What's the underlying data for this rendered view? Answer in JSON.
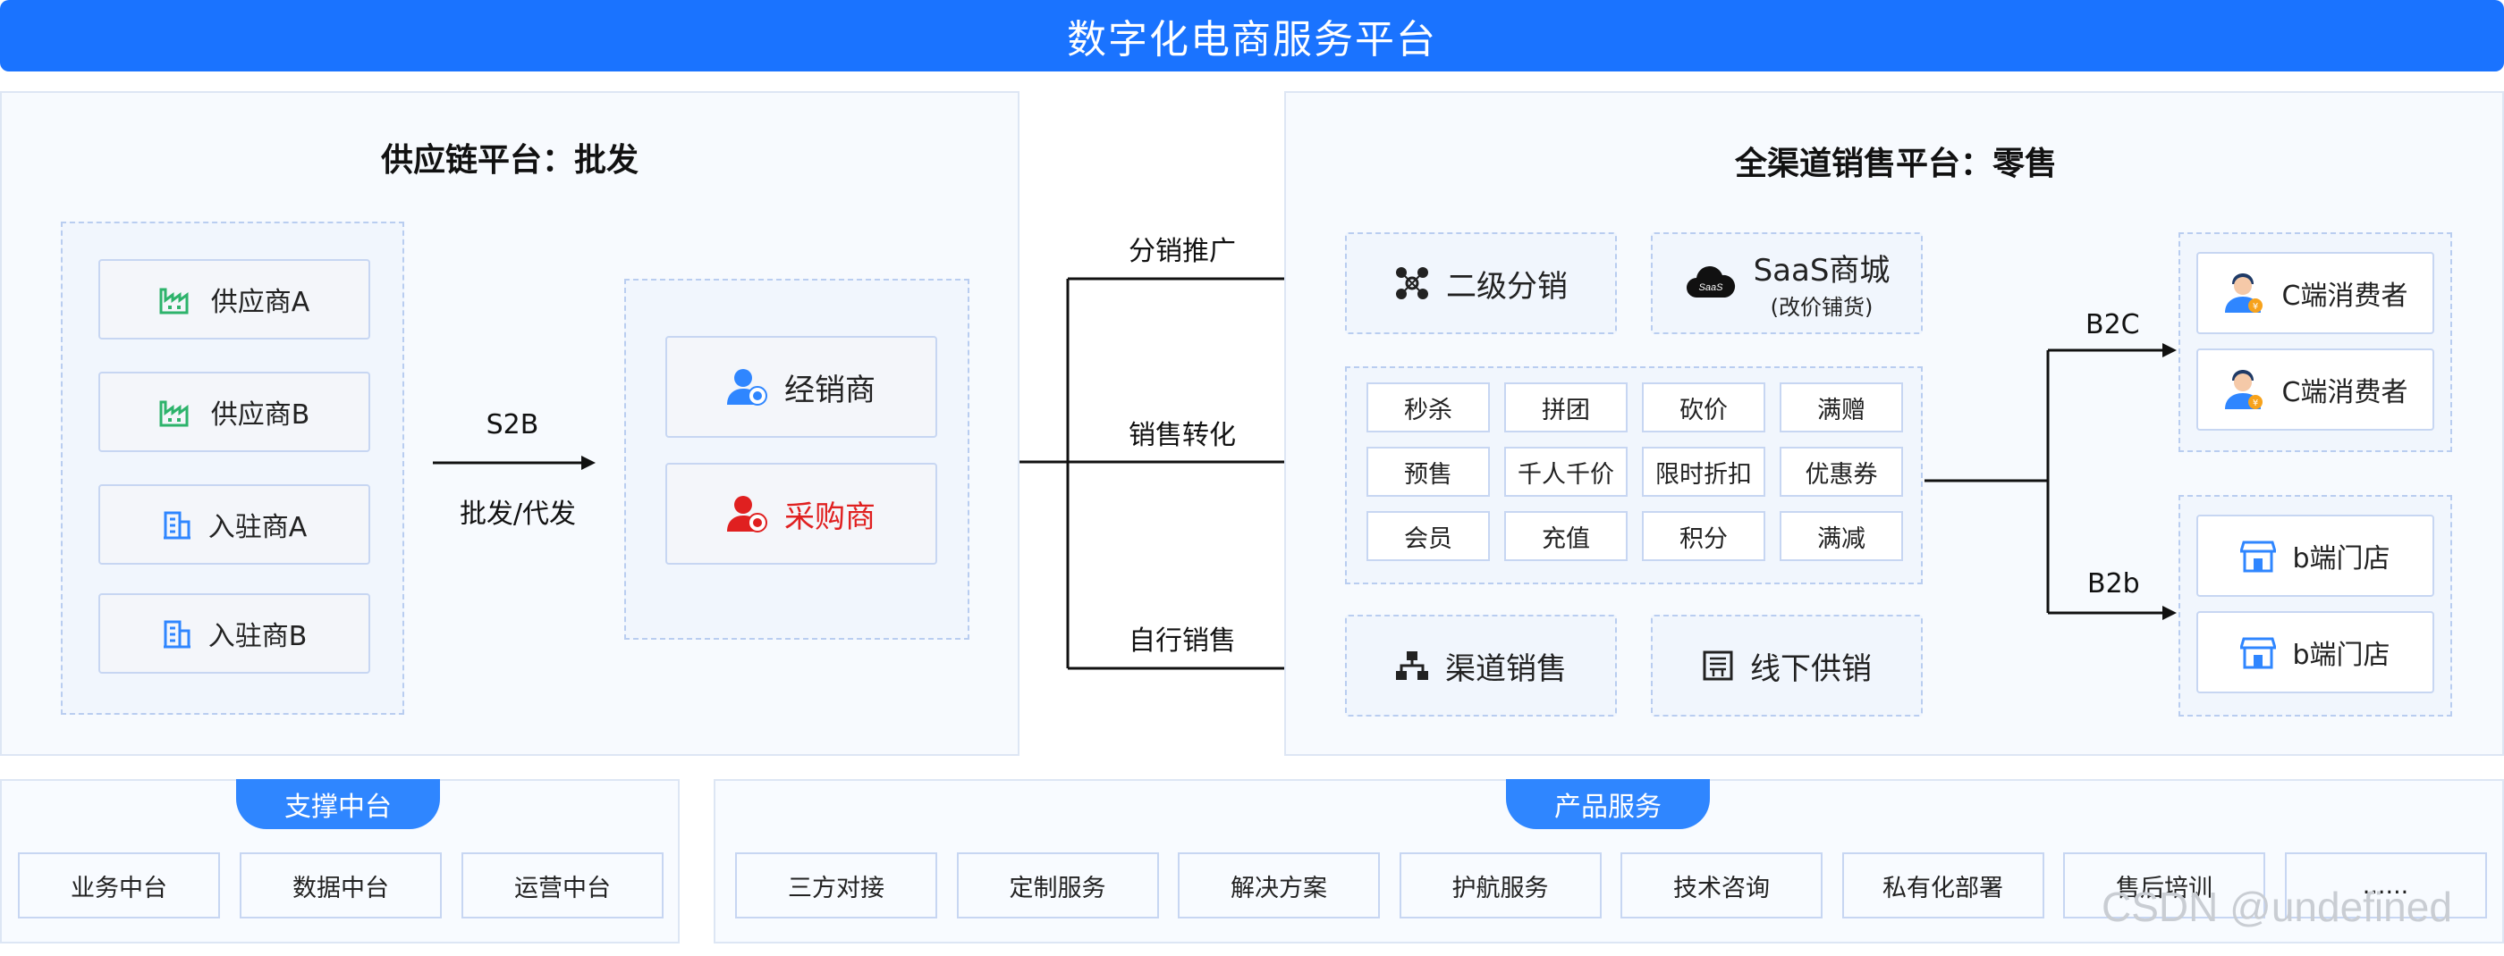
{
  "header": {
    "title": "数字化电商服务平台"
  },
  "left_panel": {
    "title": "供应链平台：批发",
    "suppliers": [
      "供应商A",
      "供应商B",
      "入驻商A",
      "入驻商B"
    ],
    "flow_top": "S2B",
    "flow_bottom": "批发/代发",
    "dealers": [
      "经销商",
      "采购商"
    ]
  },
  "routes": {
    "distribution": "分销推广",
    "conversion": "销售转化",
    "self_sell": "自行销售"
  },
  "right_panel": {
    "title": "全渠道销售平台：零售",
    "second_level": "二级分销",
    "saas_title": "SaaS商城",
    "saas_sub": "(改价铺货)",
    "marketing": [
      "秒杀",
      "拼团",
      "砍价",
      "满赠",
      "预售",
      "千人千价",
      "限时折扣",
      "优惠券",
      "会员",
      "充值",
      "积分",
      "满减"
    ],
    "channel_sales": "渠道销售",
    "offline_supply": "线下供销",
    "saas_badge": "SaaS"
  },
  "customers": {
    "b2c": "B2C",
    "b2b": "B2b",
    "c_consumers": [
      "C端消费者",
      "C端消费者"
    ],
    "b_stores": [
      "b端门店",
      "b端门店"
    ]
  },
  "support": {
    "title": "支撑中台",
    "items": [
      "业务中台",
      "数据中台",
      "运营中台"
    ]
  },
  "products": {
    "title": "产品服务",
    "items": [
      "三方对接",
      "定制服务",
      "解决方案",
      "护航服务",
      "技术咨询",
      "私有化部署",
      "售后培训",
      "......"
    ]
  },
  "watermark": "CSDN @undefined",
  "colors": {
    "primary": "#1a73ff",
    "accent_red": "#e02020",
    "icon_green": "#2db36b",
    "icon_blue": "#2f86ff",
    "icon_orange": "#f7a21b"
  }
}
